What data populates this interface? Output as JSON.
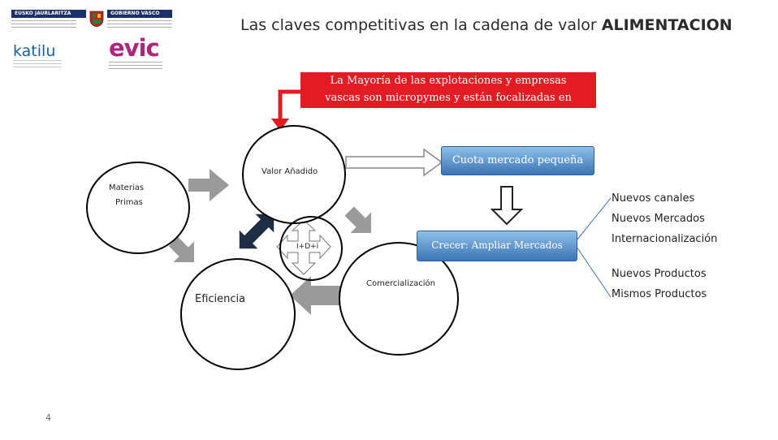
{
  "title": {
    "prefix": "Las claves competitivas en la cadena de valor",
    "emphasis": "ALIMENTACION"
  },
  "logos": {
    "eusko": "EUSKO JAURLARITZA",
    "gobierno": "GOBIERNO VASCO",
    "katilu": "katilu",
    "evic": "evic"
  },
  "red_box": {
    "line1": "La Mayoría de las explotaciones y empresas",
    "line2": "vascas son micropymes y están focalizadas en"
  },
  "cuota": "Cuota mercado pequeña",
  "crecer": "Crecer: Ampliar Mercados",
  "circles": {
    "valor": "Valor Añadido",
    "materias_1": "Materias",
    "materias_2": "Primas",
    "idi": "I+D+i",
    "eficiencia": "Eficiencia",
    "comercializacion": "Comercialización"
  },
  "right_list": [
    "Nuevos canales",
    "Nuevos Mercados",
    "Internacionalización",
    "Nuevos Productos",
    "Mismos Productos"
  ],
  "page_number": "4",
  "colors": {
    "red": "#e31b23",
    "blue_light": "#6fa8d9",
    "blue_dark": "#3b74b4",
    "navy": "#1f2d44",
    "gray_arrow": "#9a9a9a"
  }
}
